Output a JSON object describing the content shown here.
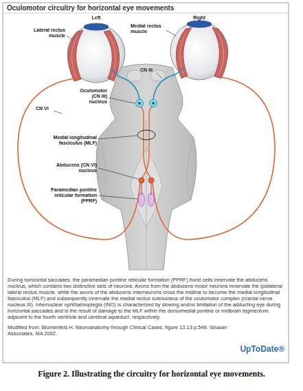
{
  "diagram": {
    "title": "Oculomotor circuitry for horizontal eye movements",
    "caption": "Figure 2. Illustrating the circuitry for horizontal eye movements.",
    "labels": [
      "Left",
      "Right",
      "Lateral rectus muscle",
      "Medial rectus muscle",
      "CN III",
      "CN VI",
      "Oculomotor (CN III) nucleus",
      "Medial longitudinal fasciculus (MLF)",
      "Abducens (CN VI) nucleus",
      "Paramedian pontine reticular formation (PPRF)",
      "During horizontal saccades, the paramedian pontine reticular formation (PPRF) burst cells innervate the abducens nucleus, which contains two distinctive sets of neurons. Axons from the abducens motor neurons innervate the ipsilateral lateral rectus muscle, while the axons of the abducens interneurons cross the midline to become the medial longitudinal fasciculus (MLF) and subsequently innervate the medial rectus subnucleus of the oculomotor complex (cranial nerve nucleus III). Internuclear ophthalmoplegia (INO) is characterized by slowing and/or limitation of the adducting eye during horizontal saccades and is the result of damage to the MLF within the dorsomedial pontine or midbrain tegmentum, adjacent to the fourth ventricle and cerebral aqueduct, respectively.",
      "Modified from: Blumenfeld H. Neuroanatomy through Clinical Cases, figure 13.13 p.549. Sinauer Associates, MA 2002.",
      "UpToDate®"
    ]
  }
}
